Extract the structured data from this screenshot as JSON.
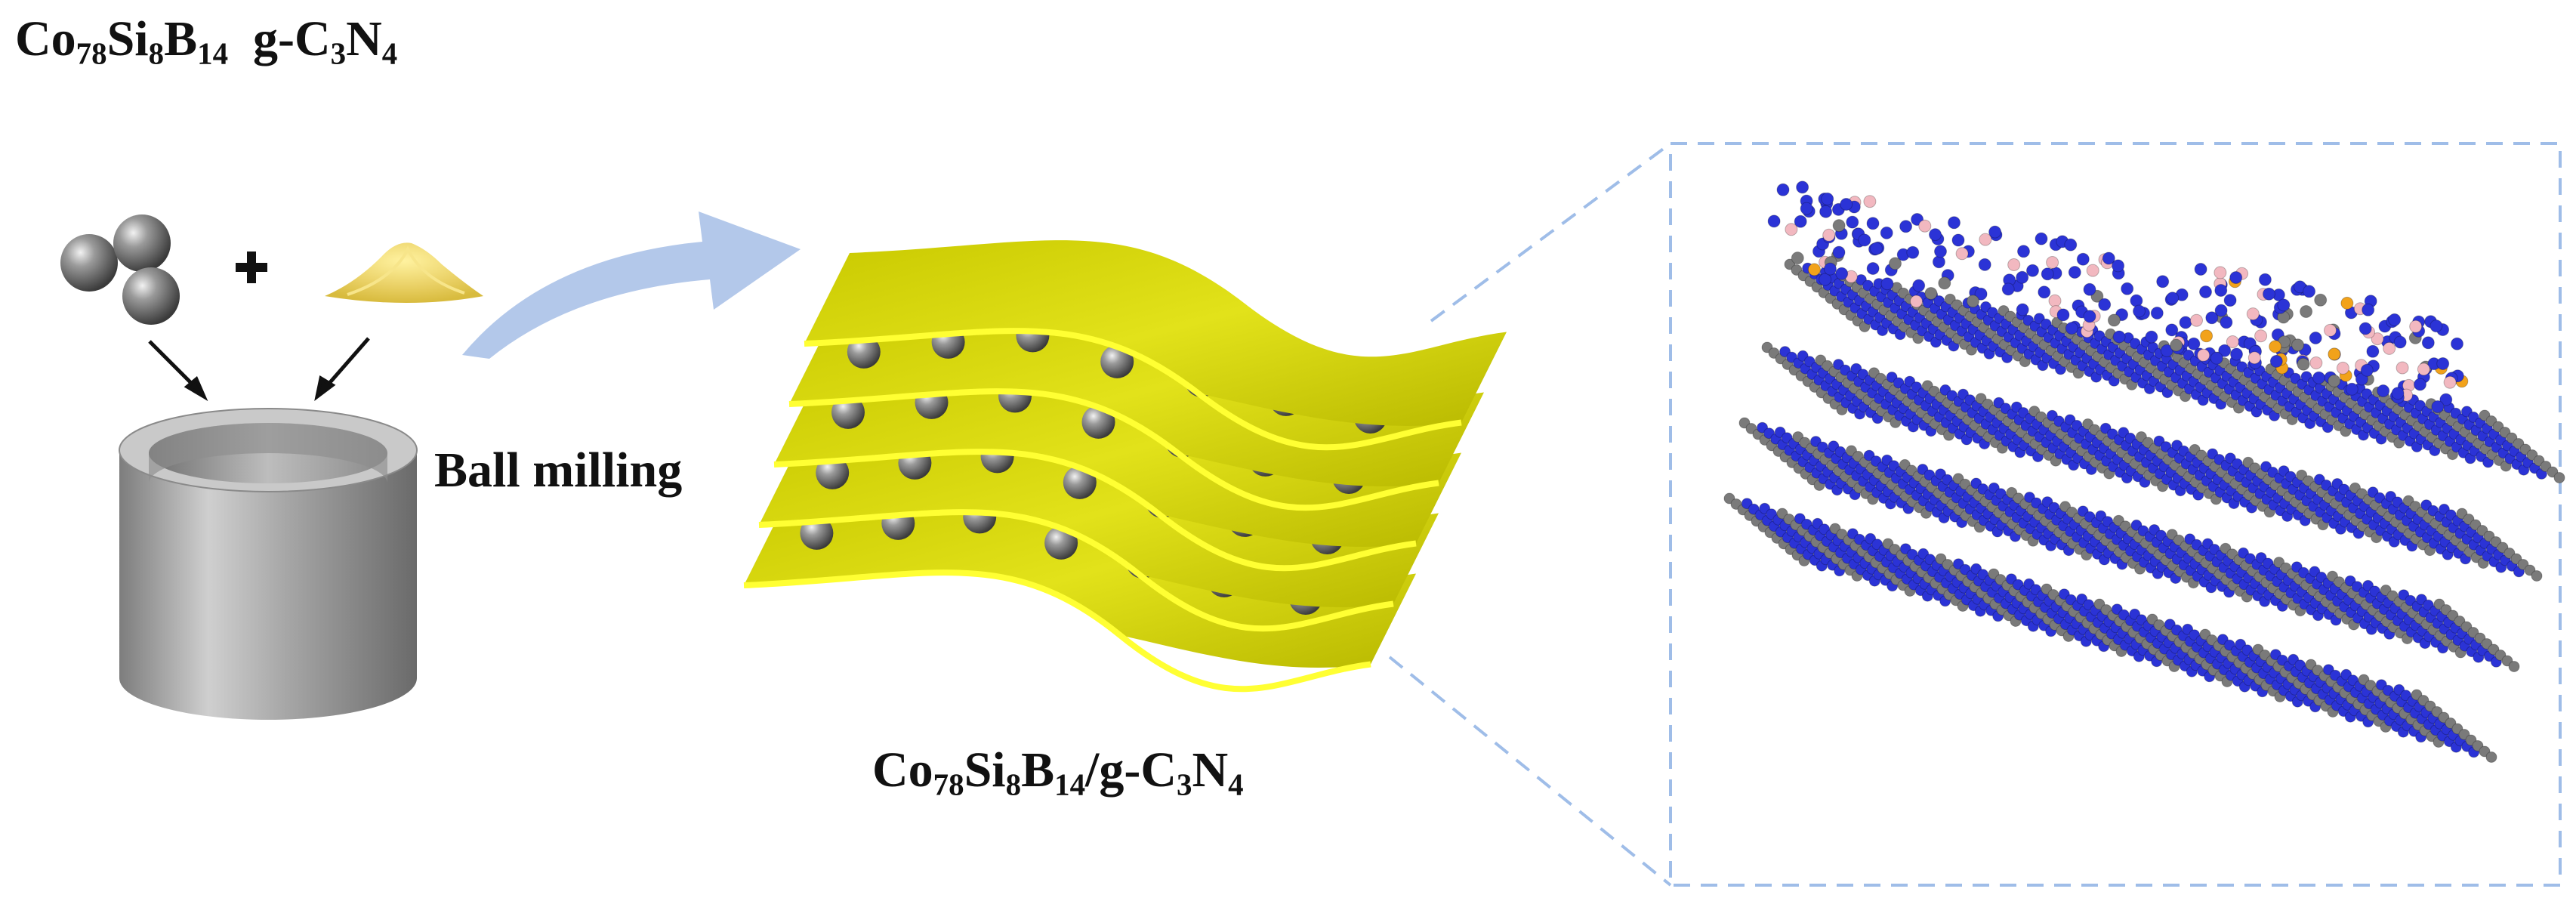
{
  "labels": {
    "precursors": {
      "cosib_base": "Co",
      "cosib_n1": "78",
      "cosib_si": "Si",
      "cosib_n2": "8",
      "cosib_b": "B",
      "cosib_n3": "14",
      "gcn_base": "g-C",
      "gcn_n1": "3",
      "gcn_n": "N",
      "gcn_n2": "4"
    },
    "process": "Ball milling",
    "plus": "+",
    "composite": {
      "co": "Co",
      "n1": "78",
      "si": "Si",
      "n2": "8",
      "b": "B",
      "n3": "14",
      "slash": "/g-C",
      "n4": "3",
      "n": "N",
      "n5": "4"
    }
  },
  "colors": {
    "sheet": "#d6d600",
    "sheet_edge": "#ffff33",
    "sphere": "#777777",
    "arrow": "#b3c8ea",
    "dashed_box": "#9fbde8",
    "atom_blue": "#2b33d6",
    "atom_grey": "#7a7a7a",
    "atom_pink": "#f2b8c0",
    "atom_orange": "#f2a21a"
  },
  "icons": [
    "metal-spheres-icon",
    "yellow-powder-icon",
    "milling-jar-icon",
    "curved-arrow-icon",
    "layered-sheets-icon",
    "atomic-structure-icon"
  ]
}
